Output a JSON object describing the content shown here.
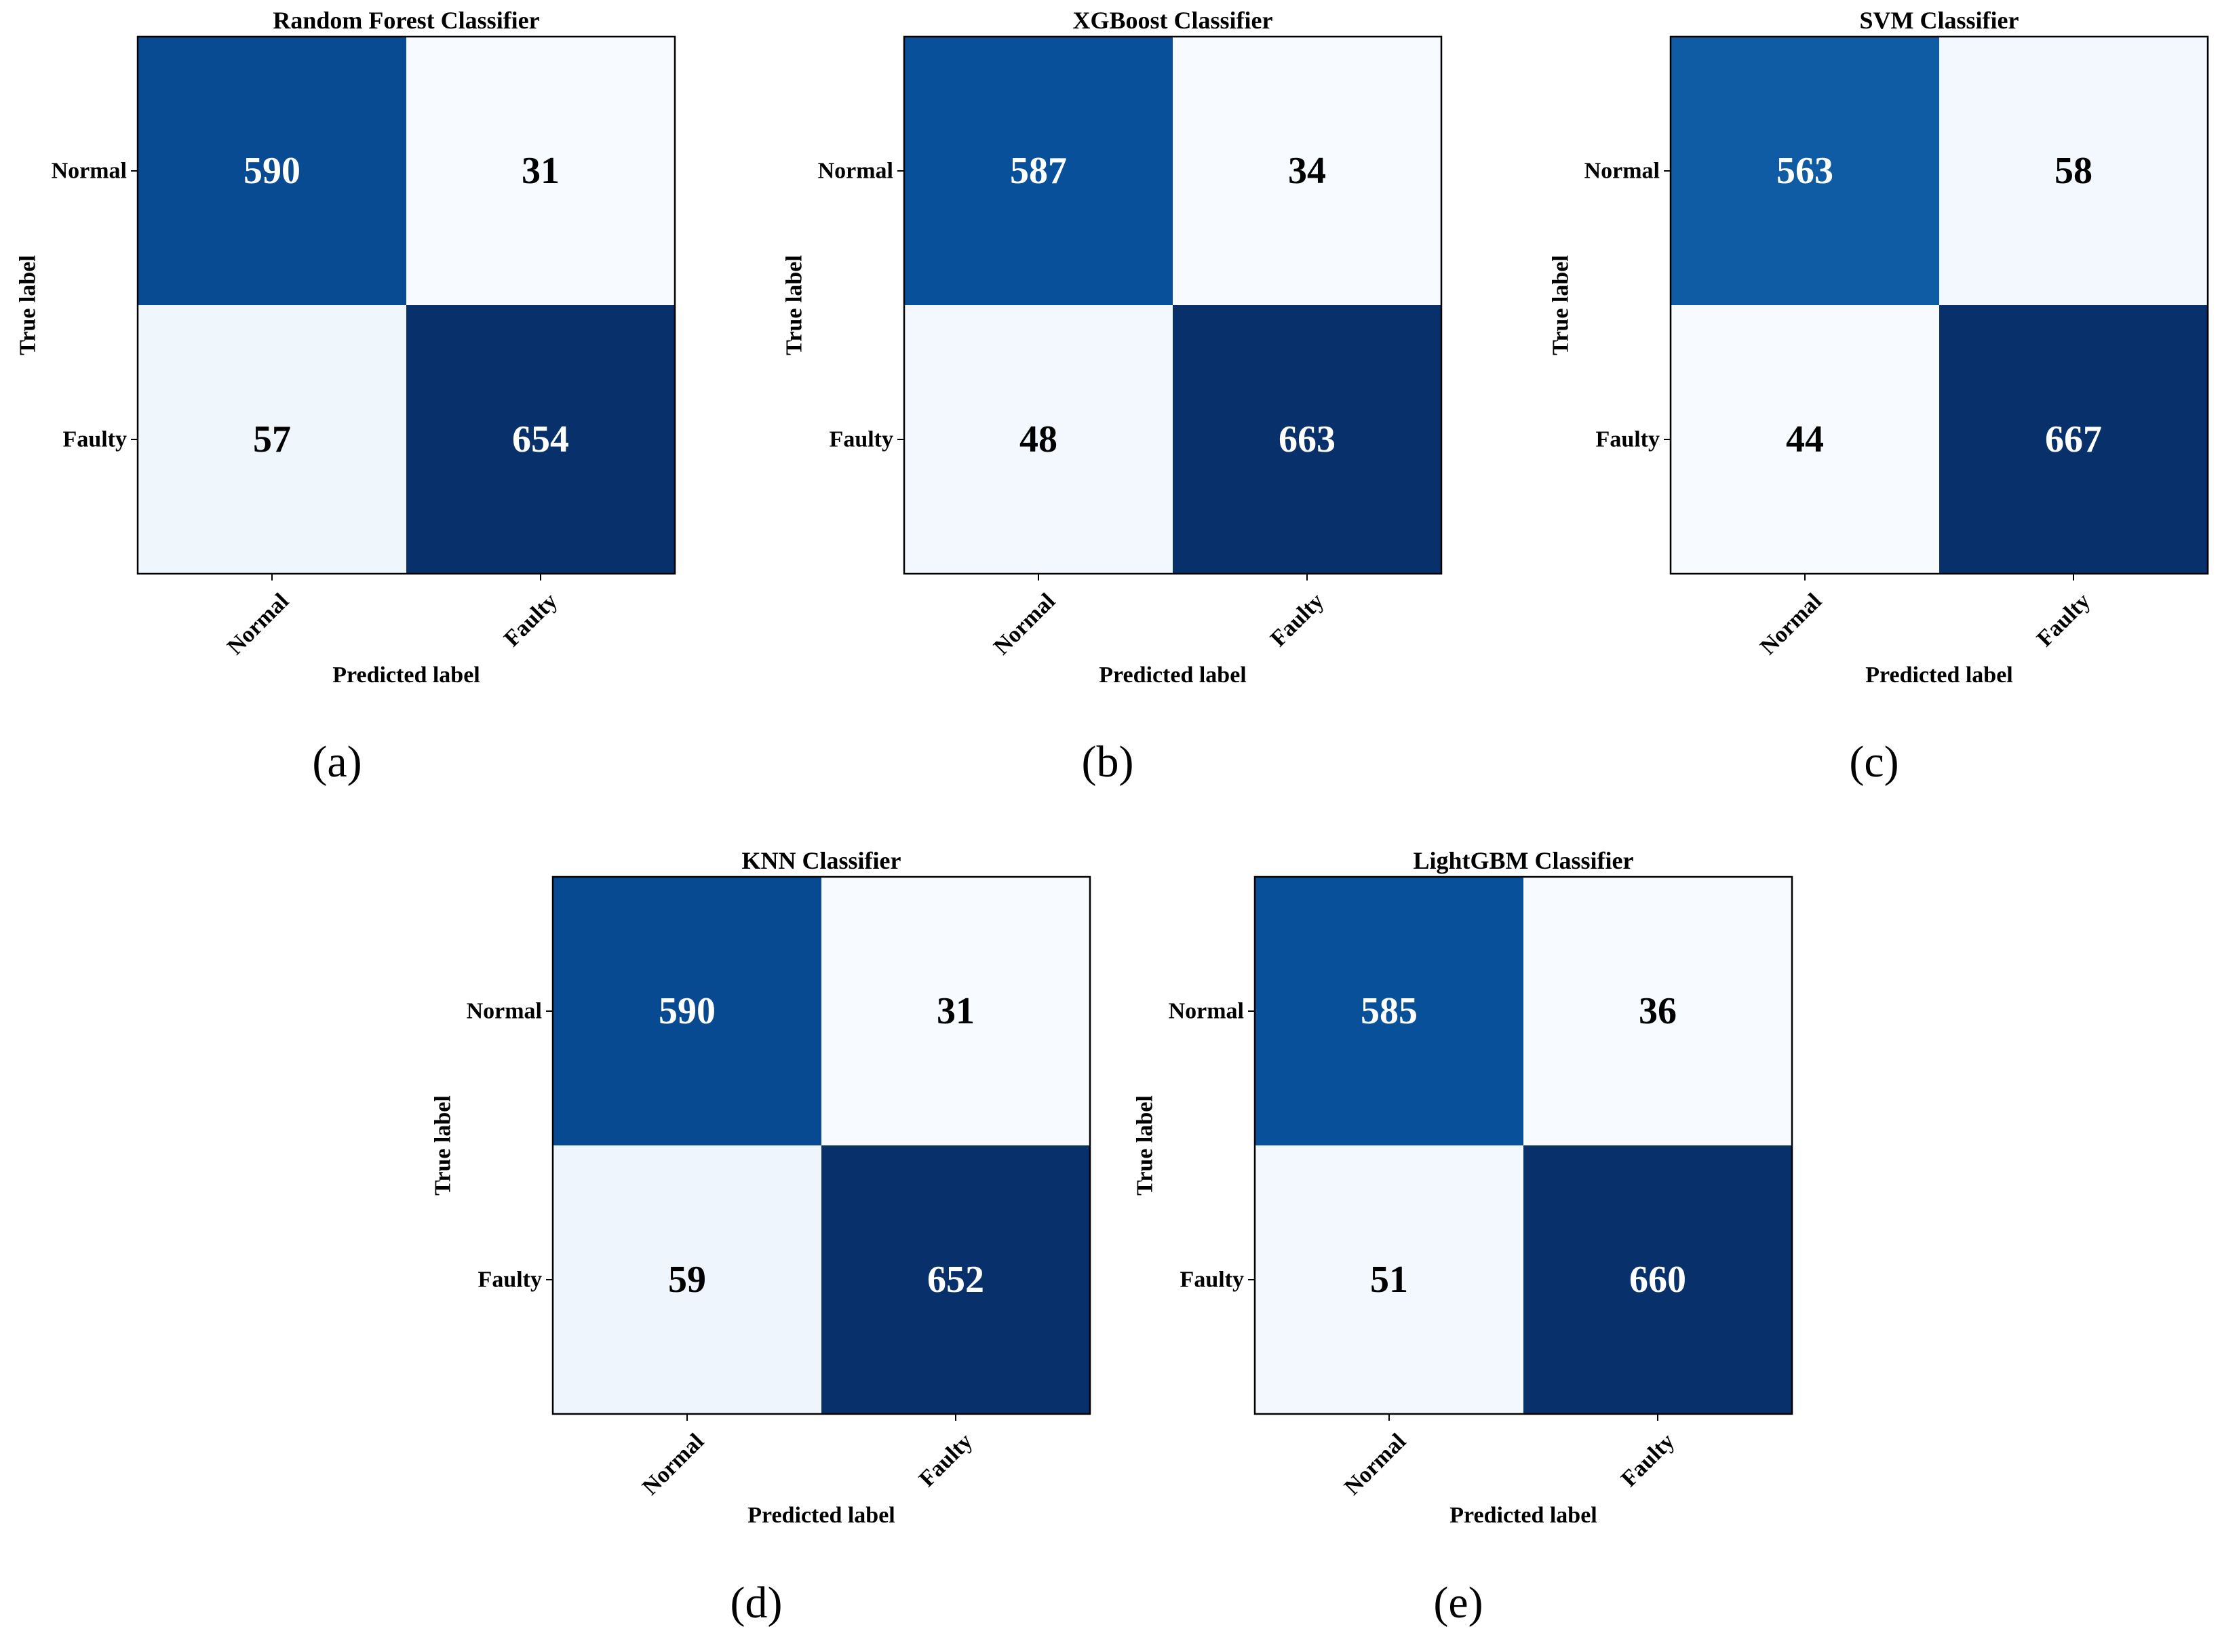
{
  "figure": {
    "panels": [
      {
        "caption": "(a)"
      },
      {
        "caption": "(b)"
      },
      {
        "caption": "(c)"
      },
      {
        "caption": "(d)"
      },
      {
        "caption": "(e)"
      }
    ]
  },
  "chart_data": [
    {
      "type": "heatmap",
      "title": "Random Forest Classifier",
      "xlabel": "Predicted label",
      "ylabel": "True label",
      "x_categories": [
        "Normal",
        "Faulty"
      ],
      "y_categories": [
        "Normal",
        "Faulty"
      ],
      "values": [
        [
          590,
          31
        ],
        [
          57,
          654
        ]
      ],
      "colormap": "Blues",
      "grid": false
    },
    {
      "type": "heatmap",
      "title": "XGBoost Classifier",
      "xlabel": "Predicted label",
      "ylabel": "True label",
      "x_categories": [
        "Normal",
        "Faulty"
      ],
      "y_categories": [
        "Normal",
        "Faulty"
      ],
      "values": [
        [
          587,
          34
        ],
        [
          48,
          663
        ]
      ],
      "colormap": "Blues",
      "grid": false
    },
    {
      "type": "heatmap",
      "title": "SVM Classifier",
      "xlabel": "Predicted label",
      "ylabel": "True label",
      "x_categories": [
        "Normal",
        "Faulty"
      ],
      "y_categories": [
        "Normal",
        "Faulty"
      ],
      "values": [
        [
          563,
          58
        ],
        [
          44,
          667
        ]
      ],
      "colormap": "Blues",
      "grid": false
    },
    {
      "type": "heatmap",
      "title": "KNN Classifier",
      "xlabel": "Predicted label",
      "ylabel": "True label",
      "x_categories": [
        "Normal",
        "Faulty"
      ],
      "y_categories": [
        "Normal",
        "Faulty"
      ],
      "values": [
        [
          590,
          31
        ],
        [
          59,
          652
        ]
      ],
      "colormap": "Blues",
      "grid": false
    },
    {
      "type": "heatmap",
      "title": "LightGBM Classifier",
      "xlabel": "Predicted label",
      "ylabel": "True label",
      "x_categories": [
        "Normal",
        "Faulty"
      ],
      "y_categories": [
        "Normal",
        "Faulty"
      ],
      "values": [
        [
          585,
          36
        ],
        [
          51,
          660
        ]
      ],
      "colormap": "Blues",
      "grid": false
    }
  ]
}
